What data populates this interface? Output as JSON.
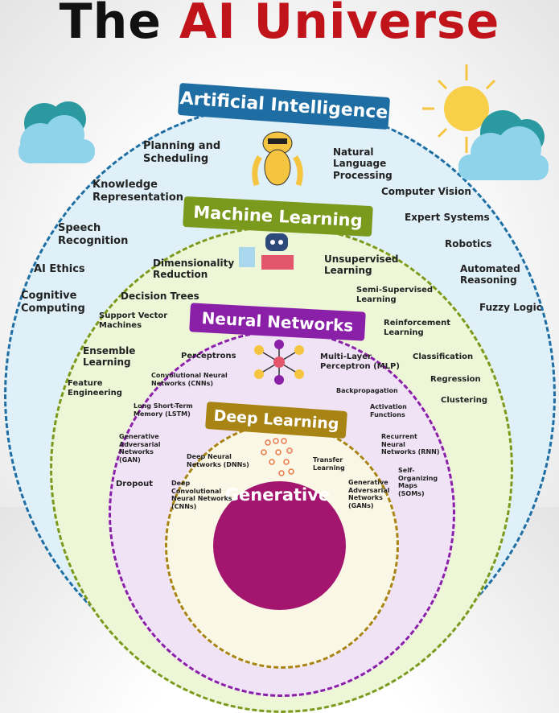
{
  "title": {
    "part1": "The",
    "part2": "AI Universe"
  },
  "layers": {
    "ai": {
      "label": "Artificial Intelligence",
      "color": "#1f6ea3",
      "items": [
        "Planning and Scheduling",
        "Natural Language Processing",
        "Knowledge Representation",
        "Computer Vision",
        "Speech Recognition",
        "Expert Systems",
        "Robotics",
        "AI Ethics",
        "Automated Reasoning",
        "Cognitive Computing",
        "Fuzzy Logic"
      ]
    },
    "ml": {
      "label": "Machine Learning",
      "color": "#7a9a1e",
      "items": [
        "Dimensionality Reduction",
        "Unsupervised Learning",
        "Decision Trees",
        "Semi-Supervised Learning",
        "Support Vector Machines",
        "Reinforcement Learning",
        "Ensemble Learning",
        "Classification",
        "Regression",
        "Feature Engineering",
        "Clustering"
      ]
    },
    "nn": {
      "label": "Neural Networks",
      "color": "#8a1fa8",
      "items": [
        "Perceptrons",
        "Multi-Layer Perceptron (MLP)",
        "Convolutional Neural Networks (CNNs)",
        "Backpropagation",
        "Long Short-Term Memory (LSTM)",
        "Activation Functions",
        "Generative Adversarial Networks (GAN)",
        "Recurrent Neural Networks (RNN)",
        "Dropout",
        "Self-Organizing Maps (SOMs)"
      ]
    },
    "dl": {
      "label": "Deep Learning",
      "color": "#a88414",
      "items": [
        "Deep Neural Networks (DNNs)",
        "Transfer Learning",
        "Deep Convolutional Neural Networks (CNNs)",
        "Generative Adversarial Networks (GANs)"
      ]
    },
    "gen": {
      "label": "Generative"
    }
  }
}
